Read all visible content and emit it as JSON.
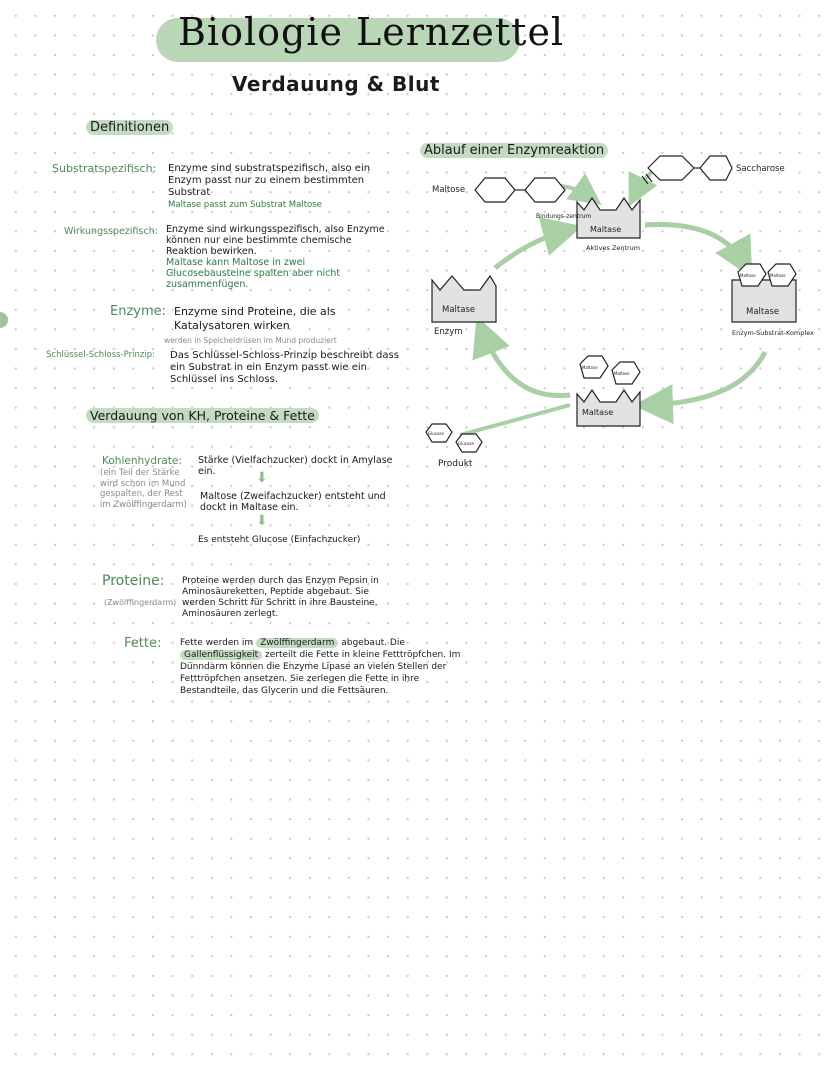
{
  "header": {
    "title": "Biologie Lernzettel",
    "subtitle": "Verdauung & Blut"
  },
  "definitions": {
    "heading": "Definitionen",
    "items": [
      {
        "term": "Substratspezifisch:",
        "text": "Enzyme sind substratspezifisch, also ein Enzym passt nur zu einem bestimmten Substrat",
        "example": "Maltase passt zum Substrat Maltose"
      },
      {
        "term": "Wirkungsspezifisch:",
        "text": "Enzyme sind wirkungsspezifisch, also Enzyme können nur eine bestimmte chemische Reaktion bewirken.",
        "example": "Maltase kann Maltose in zwei Glucosebausteine spalten aber nicht zusammenfügen."
      },
      {
        "term": "Enzyme:",
        "text": "Enzyme sind Proteine, die als Katalysatoren wirken",
        "note": "werden in Speicheldrüsen im Mund produziert"
      },
      {
        "term": "Schlüssel-Schloss-Prinzip:",
        "text": "Das Schlüssel-Schloss-Prinzip beschreibt dass ein Substrat in ein Enzym passt wie ein Schlüssel ins Schloss."
      }
    ]
  },
  "enzyme_diagram": {
    "heading": "Ablauf einer Enzymreaktion",
    "labels": {
      "maltose": "Maltose",
      "saccharose": "Saccharose",
      "bindungszentrum": "Bindungs-zentrum",
      "aktives_zentrum": "Aktives Zentrum",
      "enzym": "Enzym",
      "komplex": "Enzym-Substrat-Komplex",
      "produkt": "Produkt",
      "maltase": "Maltase",
      "glucose": "Glucose"
    }
  },
  "digestion": {
    "heading": "Verdauung von KH, Proteine & Fette",
    "carbs": {
      "term": "Kohlenhydrate:",
      "note": "(ein Teil der Stärke wird schon im Mund gespalten, der Rest im Zwölffingerdarm)",
      "step1": "Stärke (Vielfachzucker) dockt in Amylase ein.",
      "step2": "Maltose (Zweifachzucker) entsteht und dockt in Maltase ein.",
      "step3": "Es entsteht Glucose (Einfachzucker)"
    },
    "proteins": {
      "term": "Proteine:",
      "note": "(Zwölffingerdarm)",
      "text": "Proteine werden durch das Enzym Pepsin in Aminosäureketten, Peptide abgebaut. Sie werden Schritt für Schritt in ihre Bausteine, Aminosäuren zerlegt."
    },
    "fats": {
      "term": "Fette:",
      "text_a": "Fette werden im",
      "text_b": "Zwölffingerdarm",
      "text_c": "abgebaut. Die",
      "text_d": "Gallenflüssigkeit",
      "text_e": "zerteilt die Fette in kleine Fetttröpfchen. Im Dünndarm können die Enzyme Lipase an vielen Stellen der Fetttröpfchen ansetzen. Sie zerlegen die Fette in ihre Bestandteile, das Glycerin und die Fettsäuren."
    }
  },
  "colors": {
    "accent_green": "#b9d6b7",
    "term_green": "#4e8a5c",
    "text_green": "#2e7a44"
  }
}
